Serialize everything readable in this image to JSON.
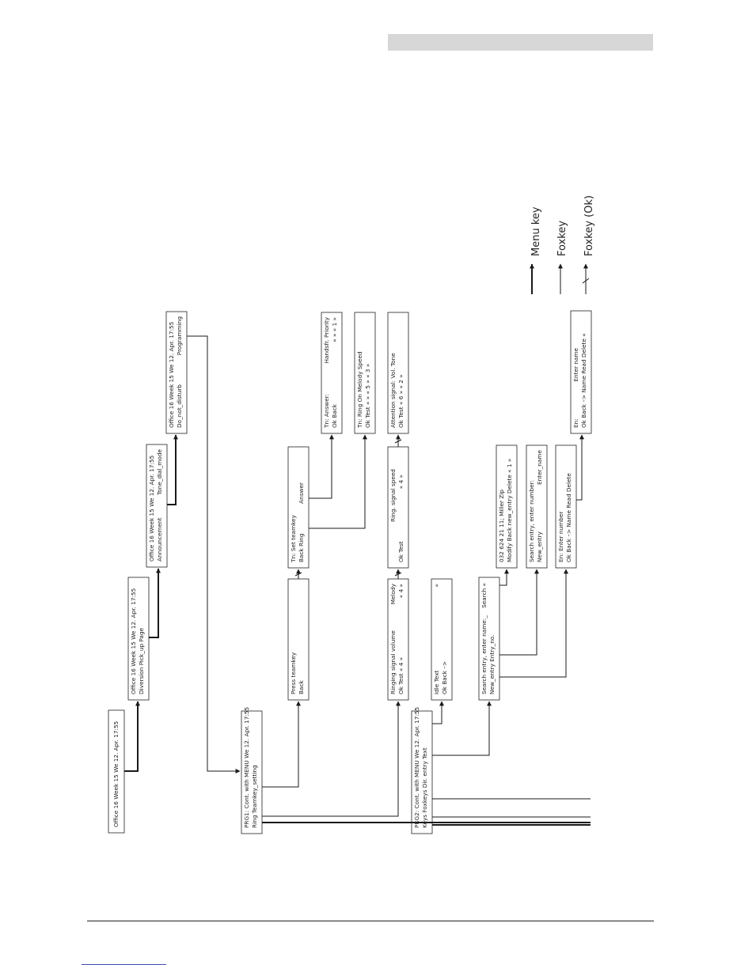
{
  "screens": {
    "idle": {
      "l1": "Office 16  Week 15   We 12. Apr. 17:55"
    },
    "pickup": {
      "l1": "Office 16  Week 15   We 12.  Apr. 17:55",
      "l2": "Diversion   Pick_up   Page"
    },
    "tone": {
      "l1": "Office 16  Week 15   We 12. Apr. 17:55",
      "l2": "Announcement",
      "l2r": "Tone_dial_mode"
    },
    "prog": {
      "l1": "Office 16  Week 15  We 12. Apr. 17:55",
      "l2": "Do_not_disturb",
      "l2r": "Programming"
    },
    "prg1": {
      "l1": "PRG1: Cont. with MENU We 12. Apr. 17:55",
      "l2": "Ring     Teamkey_setting"
    },
    "pressteam": {
      "l1": "Press teamkey",
      "l2": "Back"
    },
    "setteam": {
      "l1": "Tn: Set teamkey",
      "l2": "Back      Ring",
      "l2r": "Answer"
    },
    "answer": {
      "l1": "Tn: Answer:",
      "l1r": "Handsfr.     Priority",
      "l2": "Ok Back",
      "l2r": "« »         «  1  »"
    },
    "tnring": {
      "l1": "Tn: Ring             On       Melody    Speed",
      "l2": "Ok Test          « »   «  5  »  «  3  »"
    },
    "ringvol": {
      "l1": "Ringing signal volume",
      "l1r": "Melody",
      "l2": "Ok Test         «  4  »",
      "l2r": "«  4  »"
    },
    "ringspeed": {
      "l1": "Ring. signal speed",
      "l2": "Ok Test",
      "l2r": "«  4  »"
    },
    "attention": {
      "l1": "Attention signal:         Vol.         Tone",
      "l2": "Ok Test                   «  6  »    «  2  »"
    },
    "prg2": {
      "l1": "PRG2: Cont. with MENU We 12. Apr. 17:55",
      "l2": "Keys      Foxkeys     Dir. entry      Text"
    },
    "idletext": {
      "l1": "Idle Text",
      "l1r": "«",
      "l2": "Ok Back  –>"
    },
    "search": {
      "l1": "Search entry, enter name:_",
      "l1r": "Search   «",
      "l2": "New_entry          Entry_no."
    },
    "miller": {
      "l1": "032 624 21 11; Miller Zip",
      "l2": "Modify  Back  new_entry  Delete  «  1  »"
    },
    "searchnum": {
      "l1": "Search entry, enter number:",
      "l2": "New_entry",
      "l2r": "Enter_name"
    },
    "ennumber": {
      "l1": "En: Enter number",
      "l2": "Ok    Back –>  Name     Read     Delete"
    },
    "enname": {
      "l1": "En:",
      "l1r": "Enter name",
      "l2": "Ok    Back –>  Name   Read    Delete  «"
    }
  },
  "legend": {
    "menu_key": "Menu key",
    "foxkey": "Foxkey",
    "foxkey_ok": "Foxkey (Ok)"
  },
  "colors": {
    "line": "#1a1a1a",
    "header_bar": "#d7d7d7"
  }
}
